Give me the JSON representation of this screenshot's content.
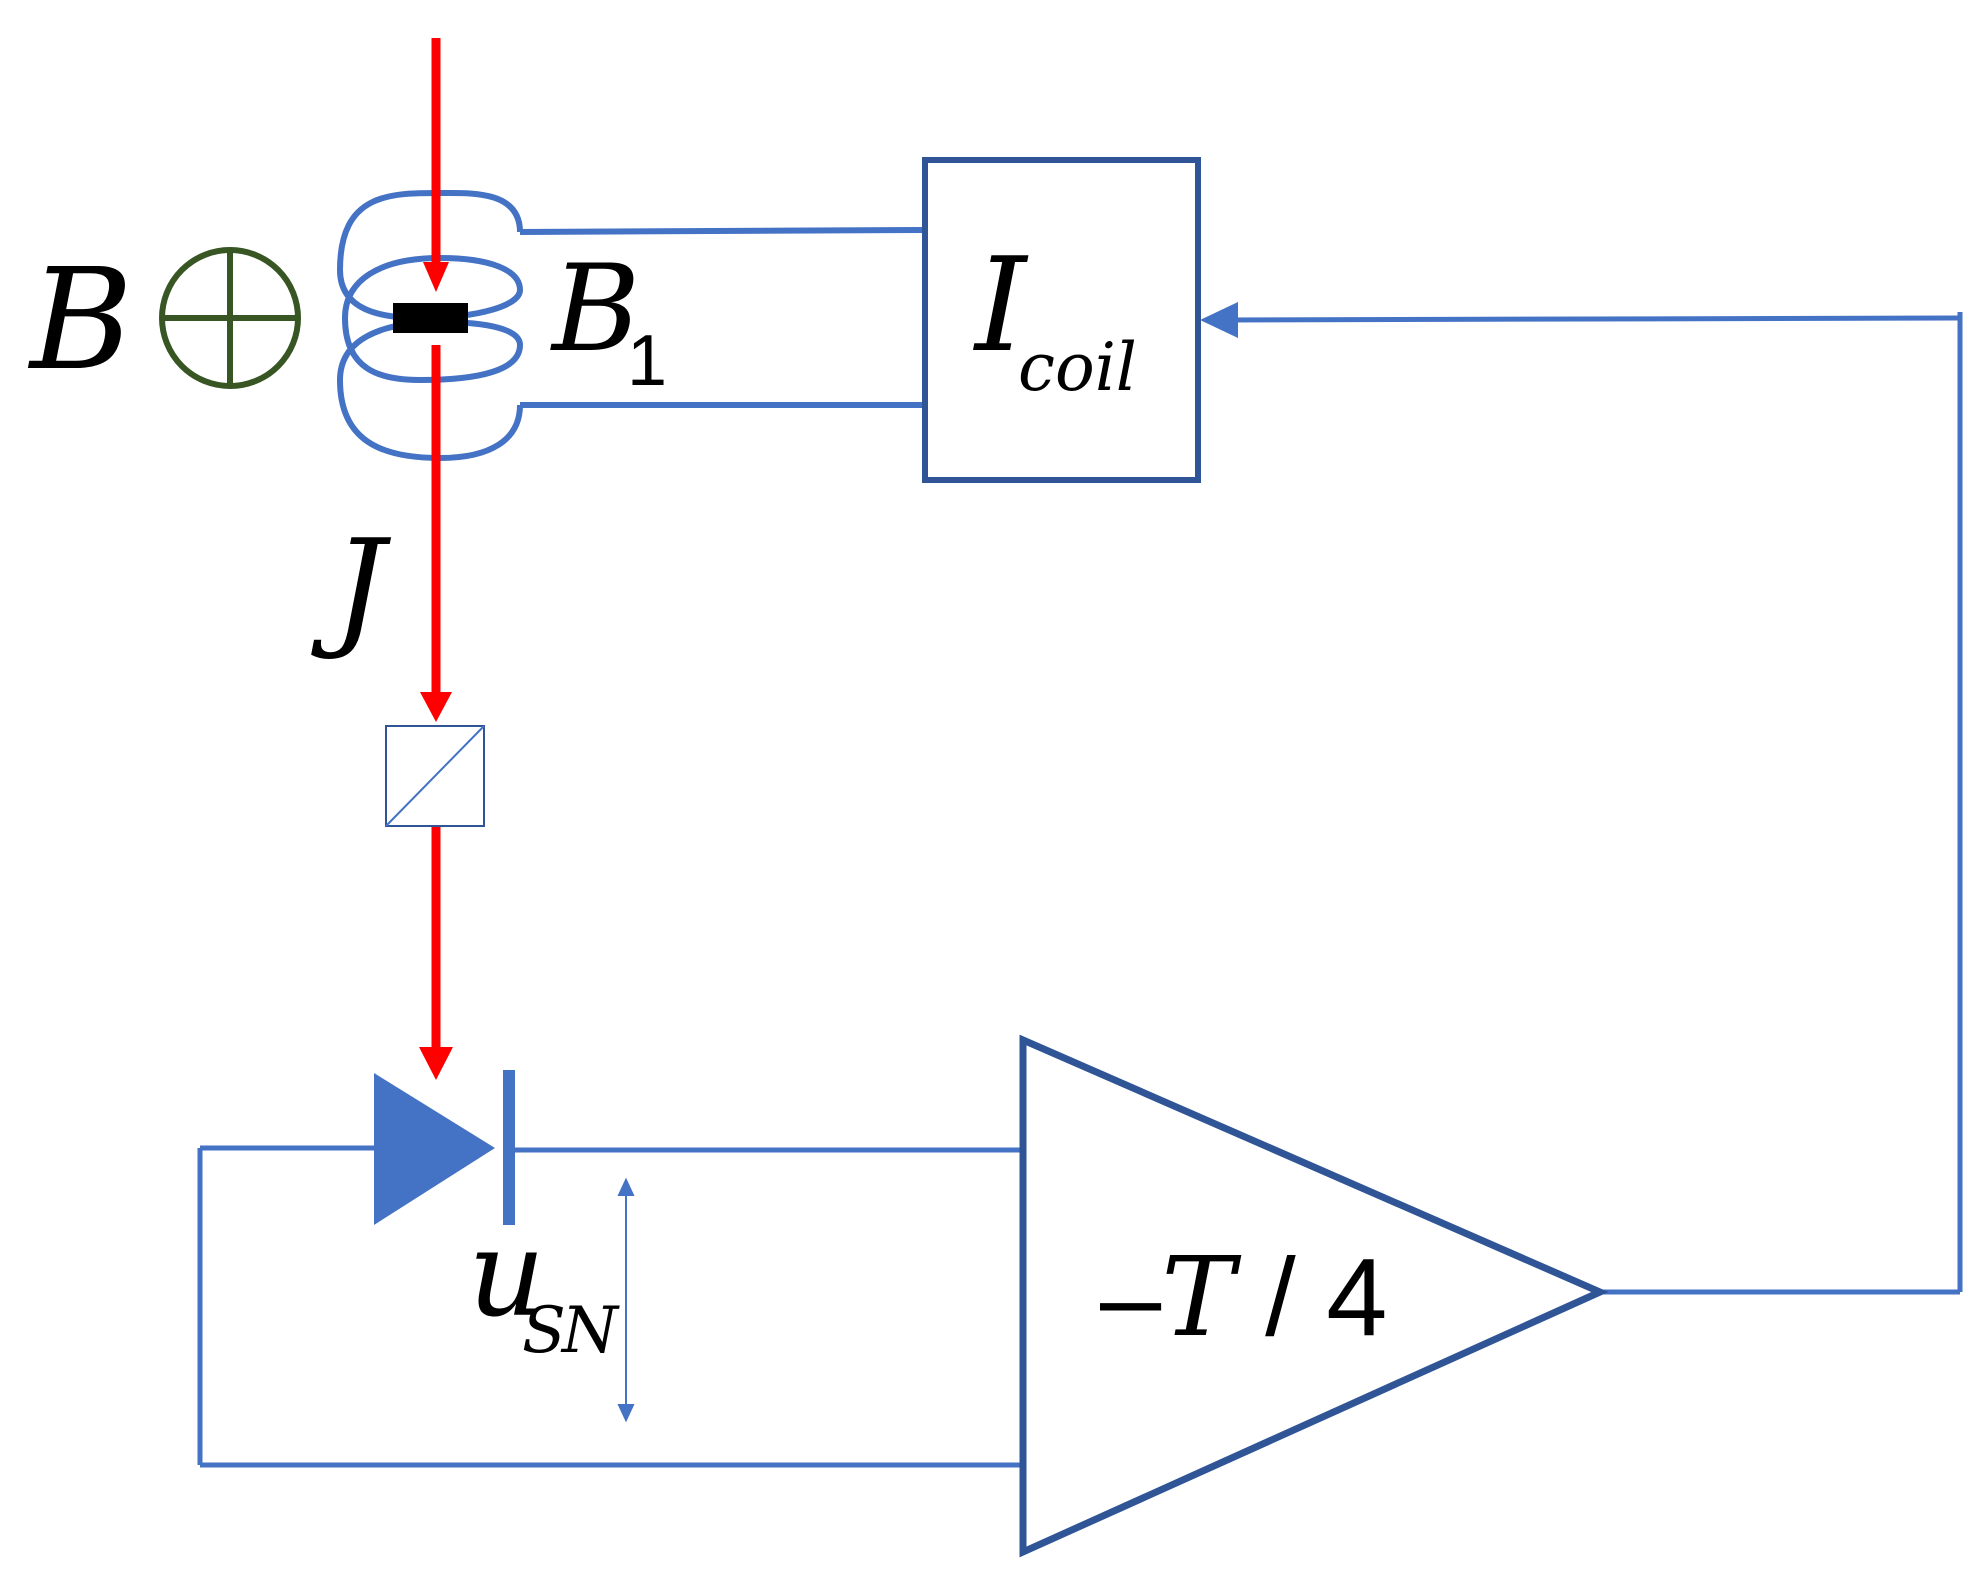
{
  "labels": {
    "field_B": "B",
    "field_B1_main": "B",
    "field_B1_sub": "1",
    "current_J": "J",
    "coil_I": "I",
    "coil_sub": "coil",
    "voltage_u": "u",
    "voltage_sub": "SN",
    "amp_prefix": "–",
    "amp_T": "T",
    "amp_rest": " / 4"
  },
  "colors": {
    "wire": "#4472c4",
    "box": "#2f5597",
    "laser": "#ff0000",
    "diode_fill": "#4472c4",
    "field_symbol": "#375623",
    "sample": "#000000"
  }
}
